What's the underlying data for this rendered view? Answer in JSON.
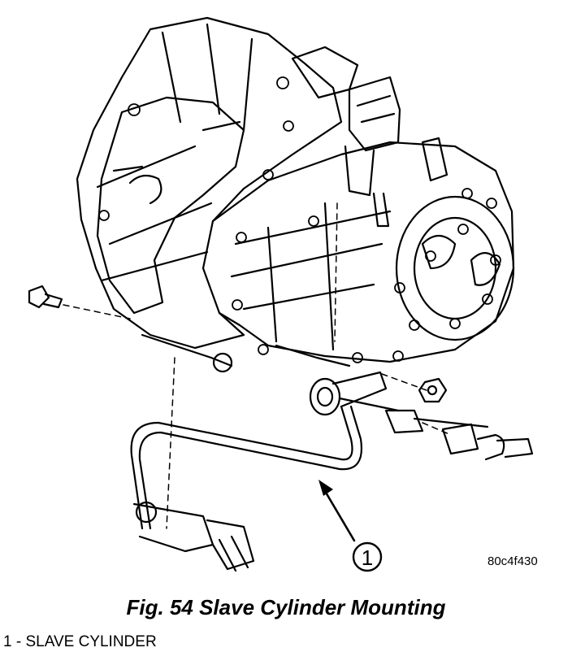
{
  "figure": {
    "code": "80c4f430",
    "caption": "Fig. 54 Slave Cylinder Mounting"
  },
  "callouts": [
    {
      "number": "1",
      "description": "SLAVE CYLINDER"
    }
  ],
  "legend": [
    {
      "number": "1",
      "separator": " - ",
      "text": "SLAVE CYLINDER"
    }
  ],
  "icons": [
    "transaxle-illustration",
    "bolt-icon",
    "nut-icon",
    "hose-fitting-icon"
  ],
  "colors": {
    "ink": "#000000",
    "paper": "#ffffff"
  }
}
